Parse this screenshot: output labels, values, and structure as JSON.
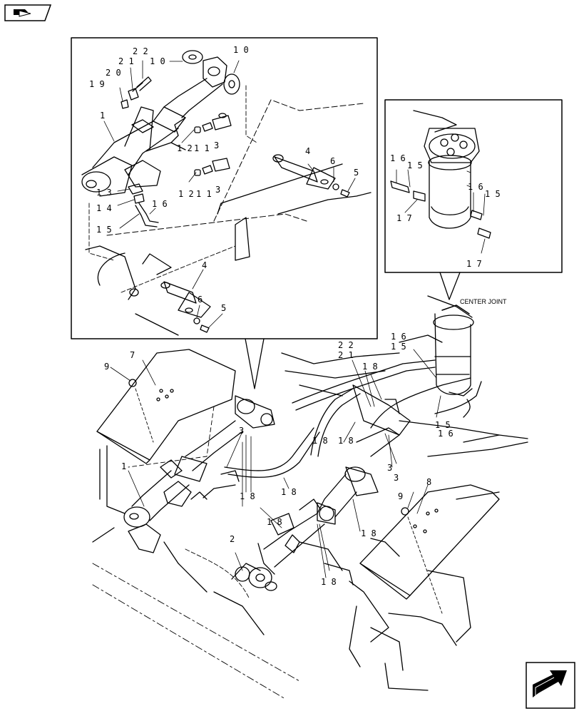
{
  "diagram": {
    "labels": [
      {
        "id": "l22a",
        "text": "2 2"
      },
      {
        "id": "l21a",
        "text": "2 1"
      },
      {
        "id": "l20",
        "text": "2 0"
      },
      {
        "id": "l19",
        "text": "1 9"
      },
      {
        "id": "l10a",
        "text": "1 0"
      },
      {
        "id": "l10b",
        "text": "1 0"
      },
      {
        "id": "l1a",
        "text": "1"
      },
      {
        "id": "l12a",
        "text": "1 2"
      },
      {
        "id": "l11a",
        "text": "1 1"
      },
      {
        "id": "l3a",
        "text": "3"
      },
      {
        "id": "l12b",
        "text": "1 2"
      },
      {
        "id": "l11b",
        "text": "1 1"
      },
      {
        "id": "l3b",
        "text": "3"
      },
      {
        "id": "l13",
        "text": "1 3"
      },
      {
        "id": "l14",
        "text": "1 4"
      },
      {
        "id": "l16a",
        "text": "1 6"
      },
      {
        "id": "l15a",
        "text": "1 5"
      },
      {
        "id": "l4a",
        "text": "4"
      },
      {
        "id": "l6a",
        "text": "6"
      },
      {
        "id": "l5a",
        "text": "5"
      },
      {
        "id": "l4b",
        "text": "4"
      },
      {
        "id": "l6b",
        "text": "6"
      },
      {
        "id": "l5b",
        "text": "5"
      },
      {
        "id": "l16b",
        "text": "1 6"
      },
      {
        "id": "l15b",
        "text": "1 5"
      },
      {
        "id": "l17a",
        "text": "1 7"
      },
      {
        "id": "l16c",
        "text": "1 6"
      },
      {
        "id": "l15c",
        "text": "1 5"
      },
      {
        "id": "l17b",
        "text": "1 7"
      },
      {
        "id": "l9a",
        "text": "9"
      },
      {
        "id": "l7",
        "text": "7"
      },
      {
        "id": "l22b",
        "text": "2 2"
      },
      {
        "id": "l21b",
        "text": "2 1"
      },
      {
        "id": "l18a",
        "text": "1 8"
      },
      {
        "id": "l16d",
        "text": "1 6"
      },
      {
        "id": "l15d",
        "text": "1 5"
      },
      {
        "id": "l3c",
        "text": "3"
      },
      {
        "id": "l1b",
        "text": "1"
      },
      {
        "id": "l18b",
        "text": "1 8"
      },
      {
        "id": "l18c",
        "text": "1 8"
      },
      {
        "id": "l3d",
        "text": "3"
      },
      {
        "id": "l18d",
        "text": "1 8"
      },
      {
        "id": "l15e",
        "text": "1 5"
      },
      {
        "id": "l16e",
        "text": "1 6"
      },
      {
        "id": "l18e",
        "text": "1 8"
      },
      {
        "id": "l3e",
        "text": "3"
      },
      {
        "id": "l9b",
        "text": "9"
      },
      {
        "id": "l8",
        "text": "8"
      },
      {
        "id": "l18f",
        "text": "1 8"
      },
      {
        "id": "l2",
        "text": "2"
      },
      {
        "id": "l18g",
        "text": "1 8"
      },
      {
        "id": "l18h",
        "text": "1 8"
      }
    ],
    "center_joint_label": "CENTER JOINT"
  }
}
